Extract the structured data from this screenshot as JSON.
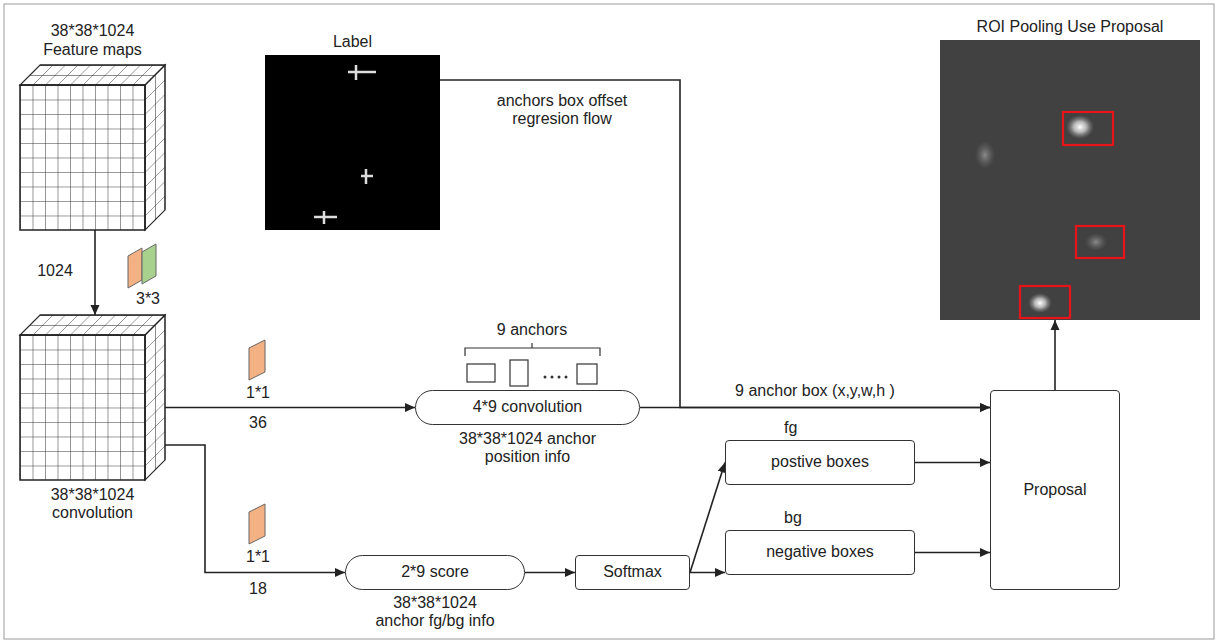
{
  "diagram": {
    "nodes": [
      {
        "text": [
          "38*38*1024 Feature maps"
        ]
      },
      {
        "text": [
          "Label"
        ]
      },
      {
        "text": [
          "ROI Pooling Use Proposal"
        ]
      },
      {
        "text": [
          "38*38*1024 convolution"
        ]
      },
      {
        "text": [
          "4*9 convolution",
          "38*38*1024 anchor position info"
        ]
      },
      {
        "text": [
          "fg",
          "postive boxes"
        ]
      },
      {
        "text": [
          "Proposal"
        ]
      },
      {
        "text": [
          "2*9 score",
          "38*38*1024 anchor fg/bg info"
        ]
      },
      {
        "text": [
          "Softmax"
        ]
      },
      {
        "text": [
          "bg",
          "negative boxes"
        ]
      }
    ],
    "edges": [
      {
        "from": 0,
        "to": 3,
        "arrow": "to"
      },
      {
        "from": 3,
        "to": 4,
        "arrow": "to"
      },
      {
        "from": 3,
        "to": 7,
        "arrow": "to"
      },
      {
        "from": 1,
        "to": 6,
        "arrow": "to"
      },
      {
        "from": 4,
        "to": 6,
        "label": "9 anchor box (x,y,w,h )",
        "arrow": "to"
      },
      {
        "from": 7,
        "to": 8,
        "arrow": "to"
      },
      {
        "from": 8,
        "to": 5,
        "arrow": "to"
      },
      {
        "from": 8,
        "to": 9,
        "arrow": "to"
      },
      {
        "from": 5,
        "to": 6,
        "arrow": "to"
      },
      {
        "from": 9,
        "to": 6,
        "arrow": "to"
      },
      {
        "from": 6,
        "to": 2,
        "arrow": "to"
      }
    ],
    "labels": [
      "1024",
      "3*3",
      "1*1",
      "36",
      "1*1",
      "18",
      "9 anchors",
      "anchors box offset regresion flow"
    ]
  }
}
